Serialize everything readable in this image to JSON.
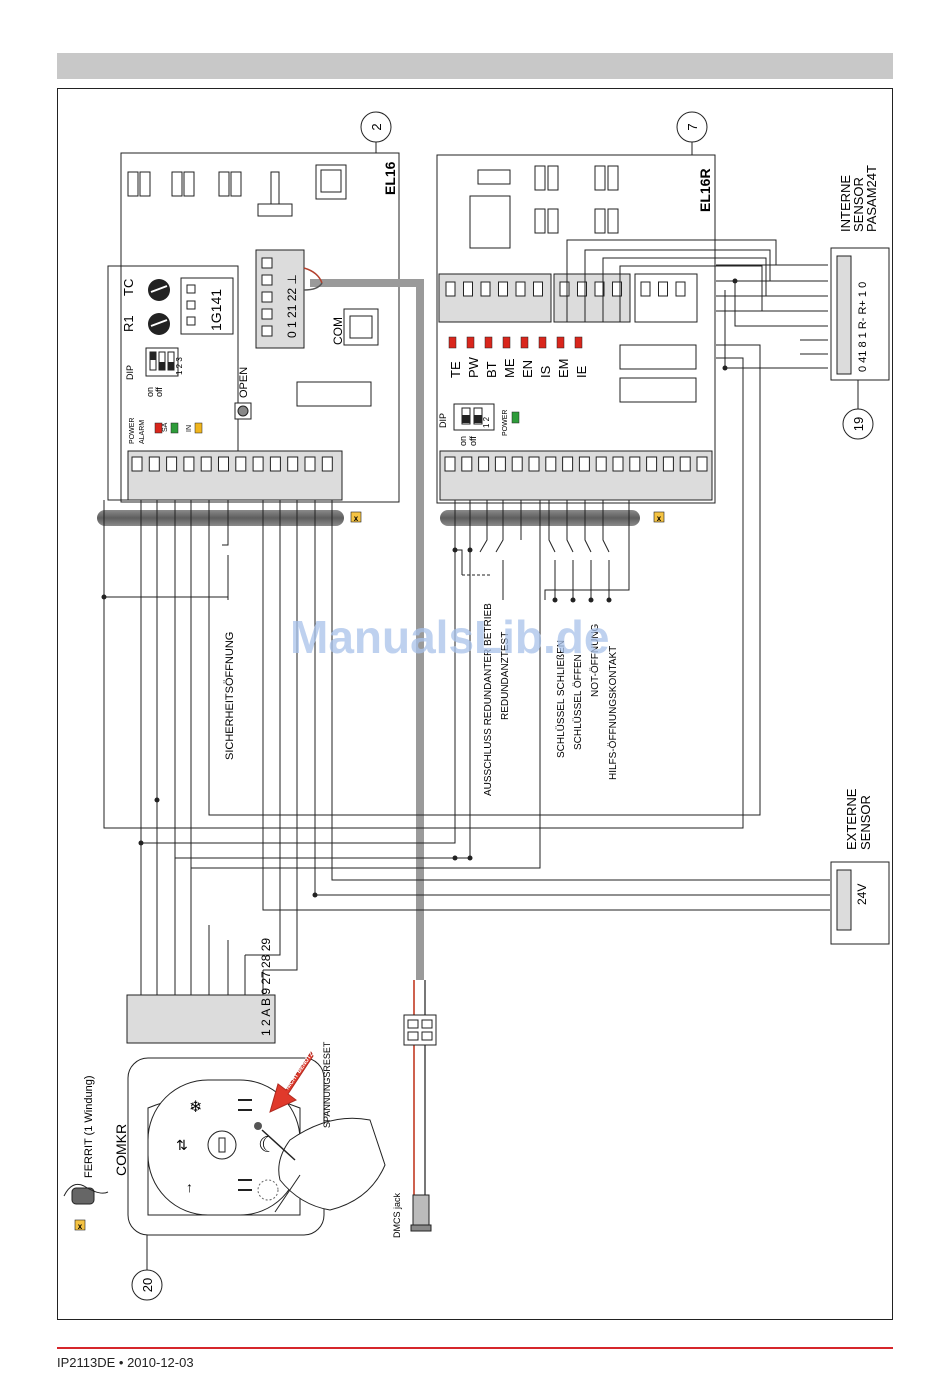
{
  "doc_code": "IP2113DE • 2010-12-03",
  "watermark": "ManualsLib.de",
  "el16": {
    "title": "EL16",
    "number": "2",
    "tc": "TC",
    "r1": "R1",
    "g_label": "1G141",
    "dip": "DIP",
    "dip_on": "on",
    "dip_off": "off",
    "dip_nums": "1 2 3",
    "open": "OPEN",
    "com": "COM",
    "term_nums": "0  1  21 22 ⊥",
    "power": "POWER",
    "alarm": "ALARM",
    "sa": "SA",
    "in": "IN"
  },
  "el16r": {
    "title": "EL16R",
    "number": "7",
    "leds": [
      "TE",
      "PW",
      "BT",
      "ME",
      "EN",
      "IS",
      "EM",
      "IE"
    ],
    "dip": "DIP",
    "dip_on": "on",
    "dip_off": "off",
    "dip_nums": "1 2",
    "power": "POWER"
  },
  "interne": {
    "line1": "INTERNE",
    "line2": "SENSOR",
    "line3": "PASAM24T",
    "terms": "0 41 8 1 R- R+ 1 0",
    "number": "19"
  },
  "externe": {
    "line1": "EXTERNE",
    "line2": "SENSOR",
    "v24": "24V"
  },
  "labels": {
    "sicherheit": "SICHERHEITSÖFFNUNG",
    "ausschluss": "AUSSCHLUSS REDUNDANTER BETRIEB",
    "redundanz": "REDUNDANZTEST",
    "schl_schliessen": "SCHLÜSSEL SCHLIEßEN",
    "schl_oeffnen": "SCHLÜSSEL ÖFFEN",
    "not": "NOT-ÖFFNUNG",
    "hilfs": "HILFS-ÖFFNUNGSKONTAKT",
    "x": "x"
  },
  "comkr": {
    "title": "COMKR",
    "number": "20",
    "terms": "1 2 A B 9 27 28 29",
    "ferrit": "FERRIT (1 Windung)",
    "reset": "SPANNUNGSRESET",
    "nicht": "NICHT BENUTZEN",
    "dmcs": "DMCS jack",
    "x": "x"
  }
}
